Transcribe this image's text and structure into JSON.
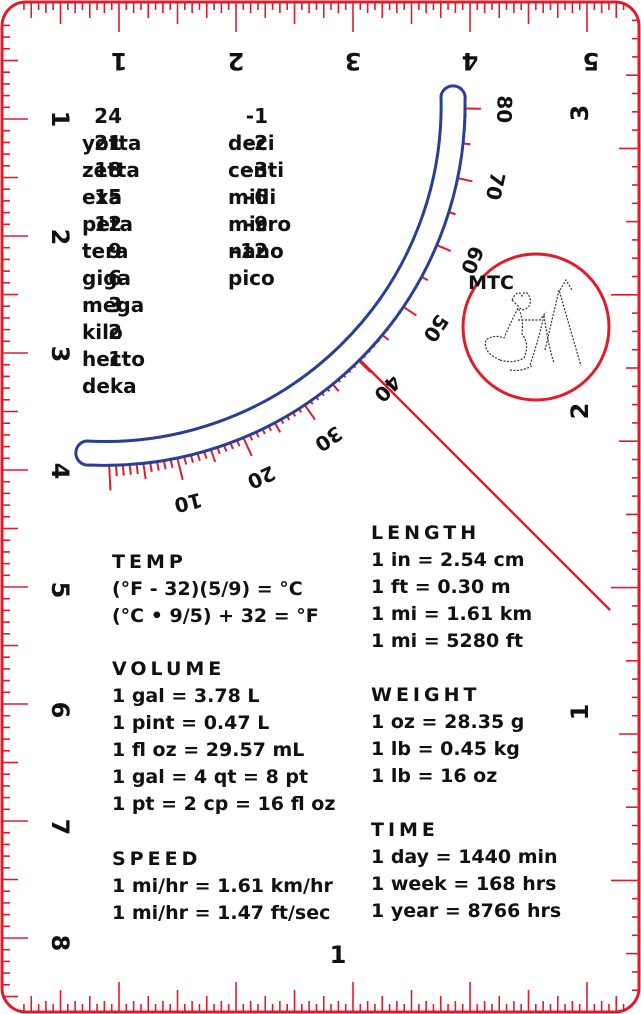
{
  "prefixes_positive": [
    {
      "exp": "24",
      "name": "yotta"
    },
    {
      "exp": "21",
      "name": "zetta"
    },
    {
      "exp": "18",
      "name": "exa"
    },
    {
      "exp": "15",
      "name": "peta"
    },
    {
      "exp": "12",
      "name": "tera"
    },
    {
      "exp": "9",
      "name": "giga"
    },
    {
      "exp": "6",
      "name": "mega"
    },
    {
      "exp": "3",
      "name": "kilo"
    },
    {
      "exp": "2",
      "name": "hecto"
    },
    {
      "exp": "1",
      "name": "deka"
    }
  ],
  "prefixes_negative": [
    {
      "exp": "-1",
      "name": "deci"
    },
    {
      "exp": "-2",
      "name": "centi"
    },
    {
      "exp": "-3",
      "name": "milli"
    },
    {
      "exp": "-6",
      "name": "micro"
    },
    {
      "exp": "-9",
      "name": "nano"
    },
    {
      "exp": "-12",
      "name": "pico"
    }
  ],
  "top_ruler": [
    "1",
    "2",
    "3",
    "4",
    "5"
  ],
  "left_ruler": [
    "1",
    "2",
    "3",
    "4",
    "5",
    "6",
    "7",
    "8"
  ],
  "right_ruler": [
    "3",
    "2",
    "1"
  ],
  "bottom_ruler": [
    "1"
  ],
  "protractor": [
    "10",
    "20",
    "30",
    "40",
    "50",
    "60",
    "70",
    "80"
  ],
  "logo": {
    "text": "MTC"
  },
  "temp": {
    "heading": "TEMP",
    "lines": [
      "(°F - 32)(5/9) = °C",
      "(°C • 9/5) + 32 = °F"
    ]
  },
  "volume": {
    "heading": "VOLUME",
    "lines": [
      "1 gal = 3.78 L",
      "1 pint = 0.47 L",
      "1 fl oz = 29.57 mL",
      "1 gal = 4 qt = 8 pt",
      "1 pt = 2 cp = 16 fl oz"
    ]
  },
  "speed": {
    "heading": "SPEED",
    "lines": [
      "1 mi/hr = 1.61 km/hr",
      "1 mi/hr = 1.47 ft/sec"
    ]
  },
  "length": {
    "heading": "LENGTH",
    "lines": [
      "1 in = 2.54 cm",
      "1 ft = 0.30 m",
      "1 mi = 1.61 km",
      "1 mi = 5280 ft"
    ]
  },
  "weight": {
    "heading": "WEIGHT",
    "lines": [
      "1 oz = 28.35 g",
      "1 lb = 0.45 kg",
      "1 lb = 16 oz"
    ]
  },
  "time": {
    "heading": "TIME",
    "lines": [
      "1 day = 1440 min",
      "1 week = 168 hrs",
      "1 year = 8766 hrs"
    ]
  },
  "colors": {
    "red": "#e11b2a",
    "blue": "#2a3f94",
    "ink": "#111111"
  }
}
